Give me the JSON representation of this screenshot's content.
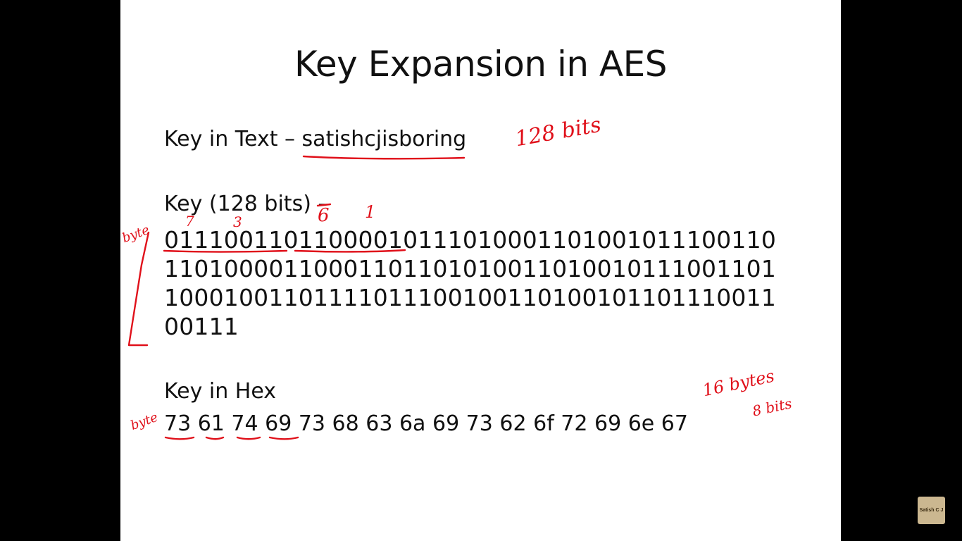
{
  "slide": {
    "title": "Key Expansion in AES",
    "key_text_line": "Key in Text – satishcjisboring",
    "key_bits_heading": "Key (128 bits) –",
    "key_binary_lines": [
      "01110011011000010111010001101001011100110",
      "11010000110001101101010011010010111001101",
      "10001001101111011100100110100101101110011",
      "00111"
    ],
    "key_hex_heading": "Key in Hex",
    "key_hex_value": "73 61 74 69 73 68 63 6a 69 73 62 6f 72 69 6e 67"
  },
  "handwritten": {
    "bits_128": "128 bits",
    "byte_left_top": "byte",
    "byte_left_bottom": "byte",
    "digit_7": "7",
    "digit_3": "3",
    "digit_6": "6",
    "digit_1": "1",
    "bytes_16": "16 bytes",
    "bits_8": "8 bits"
  },
  "channel_badge": "Satish C J",
  "colors": {
    "slide_background": "#ffffff",
    "frame_background": "#000000",
    "annotation_red": "#e0101a",
    "badge_background": "#cbb790"
  }
}
